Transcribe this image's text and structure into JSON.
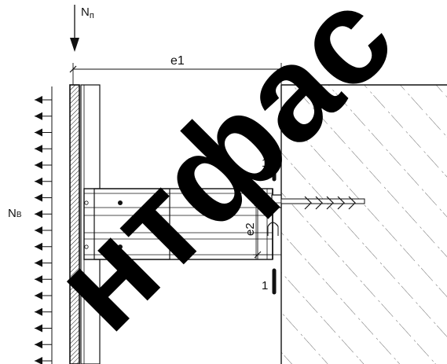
{
  "labels": {
    "force_top_main": "N",
    "force_top_sub": "п",
    "force_left_main": "N",
    "force_left_sub": "В",
    "dim_horizontal": "e1",
    "dim_vertical": "e2",
    "section_top": "1",
    "section_bottom": "1"
  },
  "watermark": {
    "text": "нтфас",
    "color": "#000000"
  },
  "colors": {
    "line": "#111111",
    "hatch": "#555555",
    "background": "#ffffff"
  },
  "load_arrow_count": 17
}
